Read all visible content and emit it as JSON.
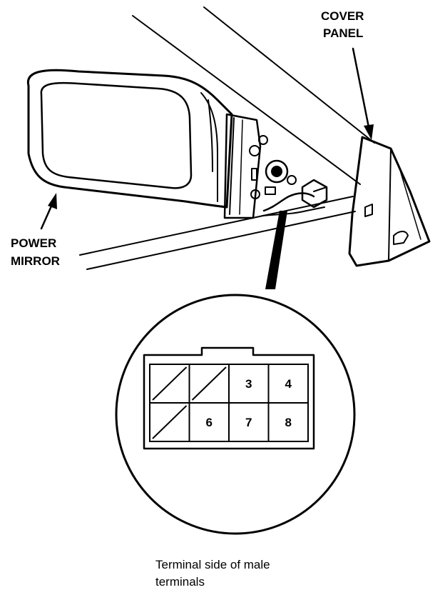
{
  "labels": {
    "cover_panel_line1": "COVER",
    "cover_panel_line2": "PANEL",
    "power_mirror_line1": "POWER",
    "power_mirror_line2": "MIRROR"
  },
  "connector": {
    "terminals": [
      {
        "label": "",
        "blank": true
      },
      {
        "label": "",
        "blank": true
      },
      {
        "label": "3",
        "blank": false
      },
      {
        "label": "4",
        "blank": false
      },
      {
        "label": "",
        "blank": true
      },
      {
        "label": "6",
        "blank": false
      },
      {
        "label": "7",
        "blank": false
      },
      {
        "label": "8",
        "blank": false
      }
    ]
  },
  "caption": {
    "line1": "Terminal side of male",
    "line2": "terminals"
  }
}
